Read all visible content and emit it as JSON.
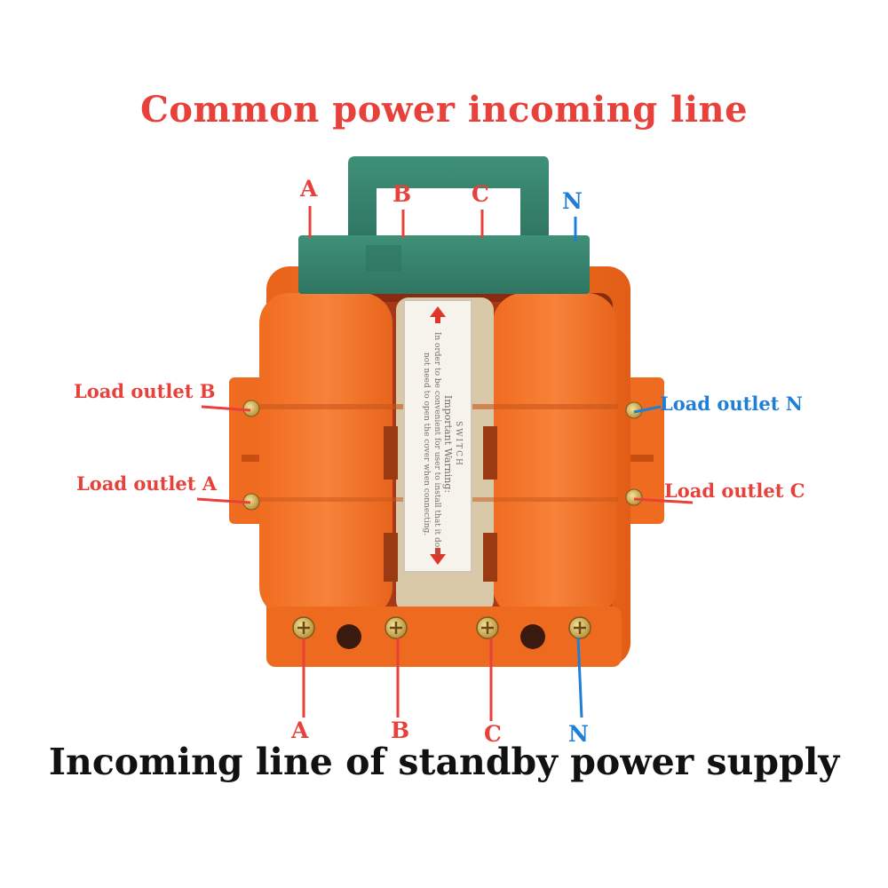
{
  "header": {
    "title": "Common power incoming line"
  },
  "footer": {
    "title": "Incoming line of standby power supply"
  },
  "top_phases": [
    "A",
    "B",
    "C",
    "N"
  ],
  "bottom_phases": [
    "A",
    "B",
    "C",
    "N"
  ],
  "load_outlets": {
    "b": "Load outlet B",
    "a": "Load outlet A",
    "n": "Load outlet N",
    "c": "Load outlet C"
  },
  "warning_label": {
    "switch": "SWITCH",
    "heading": "Important Warning:",
    "line1": "In order to be convenient for user to install that it does",
    "line2": "not need to open the cover when connecting."
  },
  "colors": {
    "label_red": "#e8403a",
    "label_blue": "#1f7fd6",
    "body_orange": "#f26a1b",
    "handle_green": "#3a8a72"
  }
}
